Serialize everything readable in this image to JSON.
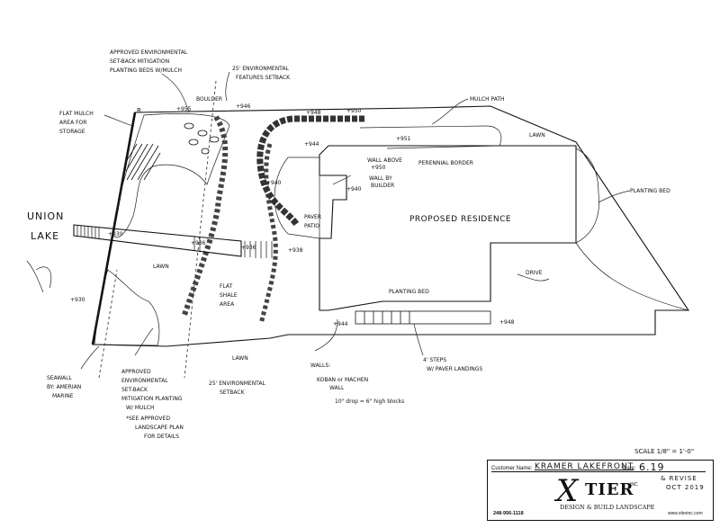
{
  "labels": {
    "approved_env_top": [
      "APPROVED ENVIRONMENTAL",
      "SET-BACK MITIGATION",
      "PLANTING BEDS W/MULCH"
    ],
    "env_feature_setback": [
      "25' ENVIRONMENTAL",
      "FEATURES SETBACK"
    ],
    "flat_mulch": [
      "FLAT MULCH",
      "AREA FOR",
      "STORAGE"
    ],
    "r_mark": "R",
    "boulder": "BOULDER",
    "mulch_path": "MULCH PATH",
    "lawn_top": "LAWN",
    "perennial_border": "PERENNIAL BORDER",
    "wall_above": [
      "WALL ABOVE",
      "+950"
    ],
    "wall_by_builder": [
      "WALL BY",
      "BUILDER"
    ],
    "paver_patio": [
      "PAVER",
      "PATIO"
    ],
    "proposed_residence": "PROPOSED RESIDENCE",
    "planting_bed_right": "PLANTING BED",
    "union_lake": [
      "UNION",
      "LAKE"
    ],
    "lawn_left": "LAWN",
    "flat_shale": [
      "FLAT",
      "SHALE",
      "AREA"
    ],
    "drive": "DRIVE",
    "planting_bed_bottom": "PLANTING BED",
    "lawn_bottom": "LAWN",
    "setback_25": [
      "25' ENVIRONMENTAL",
      "SETBACK"
    ],
    "walls": [
      "WALLS:",
      "KOBAN or MACHEN",
      "WALL",
      "10\" drop = 6\" high blocks"
    ],
    "steps": [
      "4' STEPS",
      "W/ PAVER LANDINGS"
    ],
    "seawall": [
      "SEAWALL",
      "BY: AMERIAN",
      "MARINE"
    ],
    "approved_env_bottom": [
      "APPROVED",
      "ENVIRONMENTAL",
      "SET-BACK",
      "MITIGATION PLANTING",
      "W/ MULCH",
      "*SEE APPROVED",
      "LANDSCAPE PLAN",
      "FOR DETAILS"
    ],
    "elevations": [
      "+955",
      "+946",
      "+948",
      "+950",
      "+951",
      "+944",
      "+940",
      "+930",
      "+936",
      "+938",
      "+940",
      "+944",
      "+948",
      "+930",
      "+936"
    ]
  },
  "title_block": {
    "scale": "SCALE 1/8\" = 1'-0\"",
    "customer_label": "Customer Name:",
    "customer_value": "KRAMER LAKEFRONT",
    "date_label": "Date:",
    "date_value": "6.19",
    "revise": "& REVISE",
    "revise_date": "OCT 2019",
    "logo": "TIER",
    "logo_prefix": "X",
    "logo_inc": "INC",
    "tagline": "DESIGN & BUILD LANDSCAPE",
    "phone": "248-956-1118",
    "website": "www.xtierinc.com"
  }
}
